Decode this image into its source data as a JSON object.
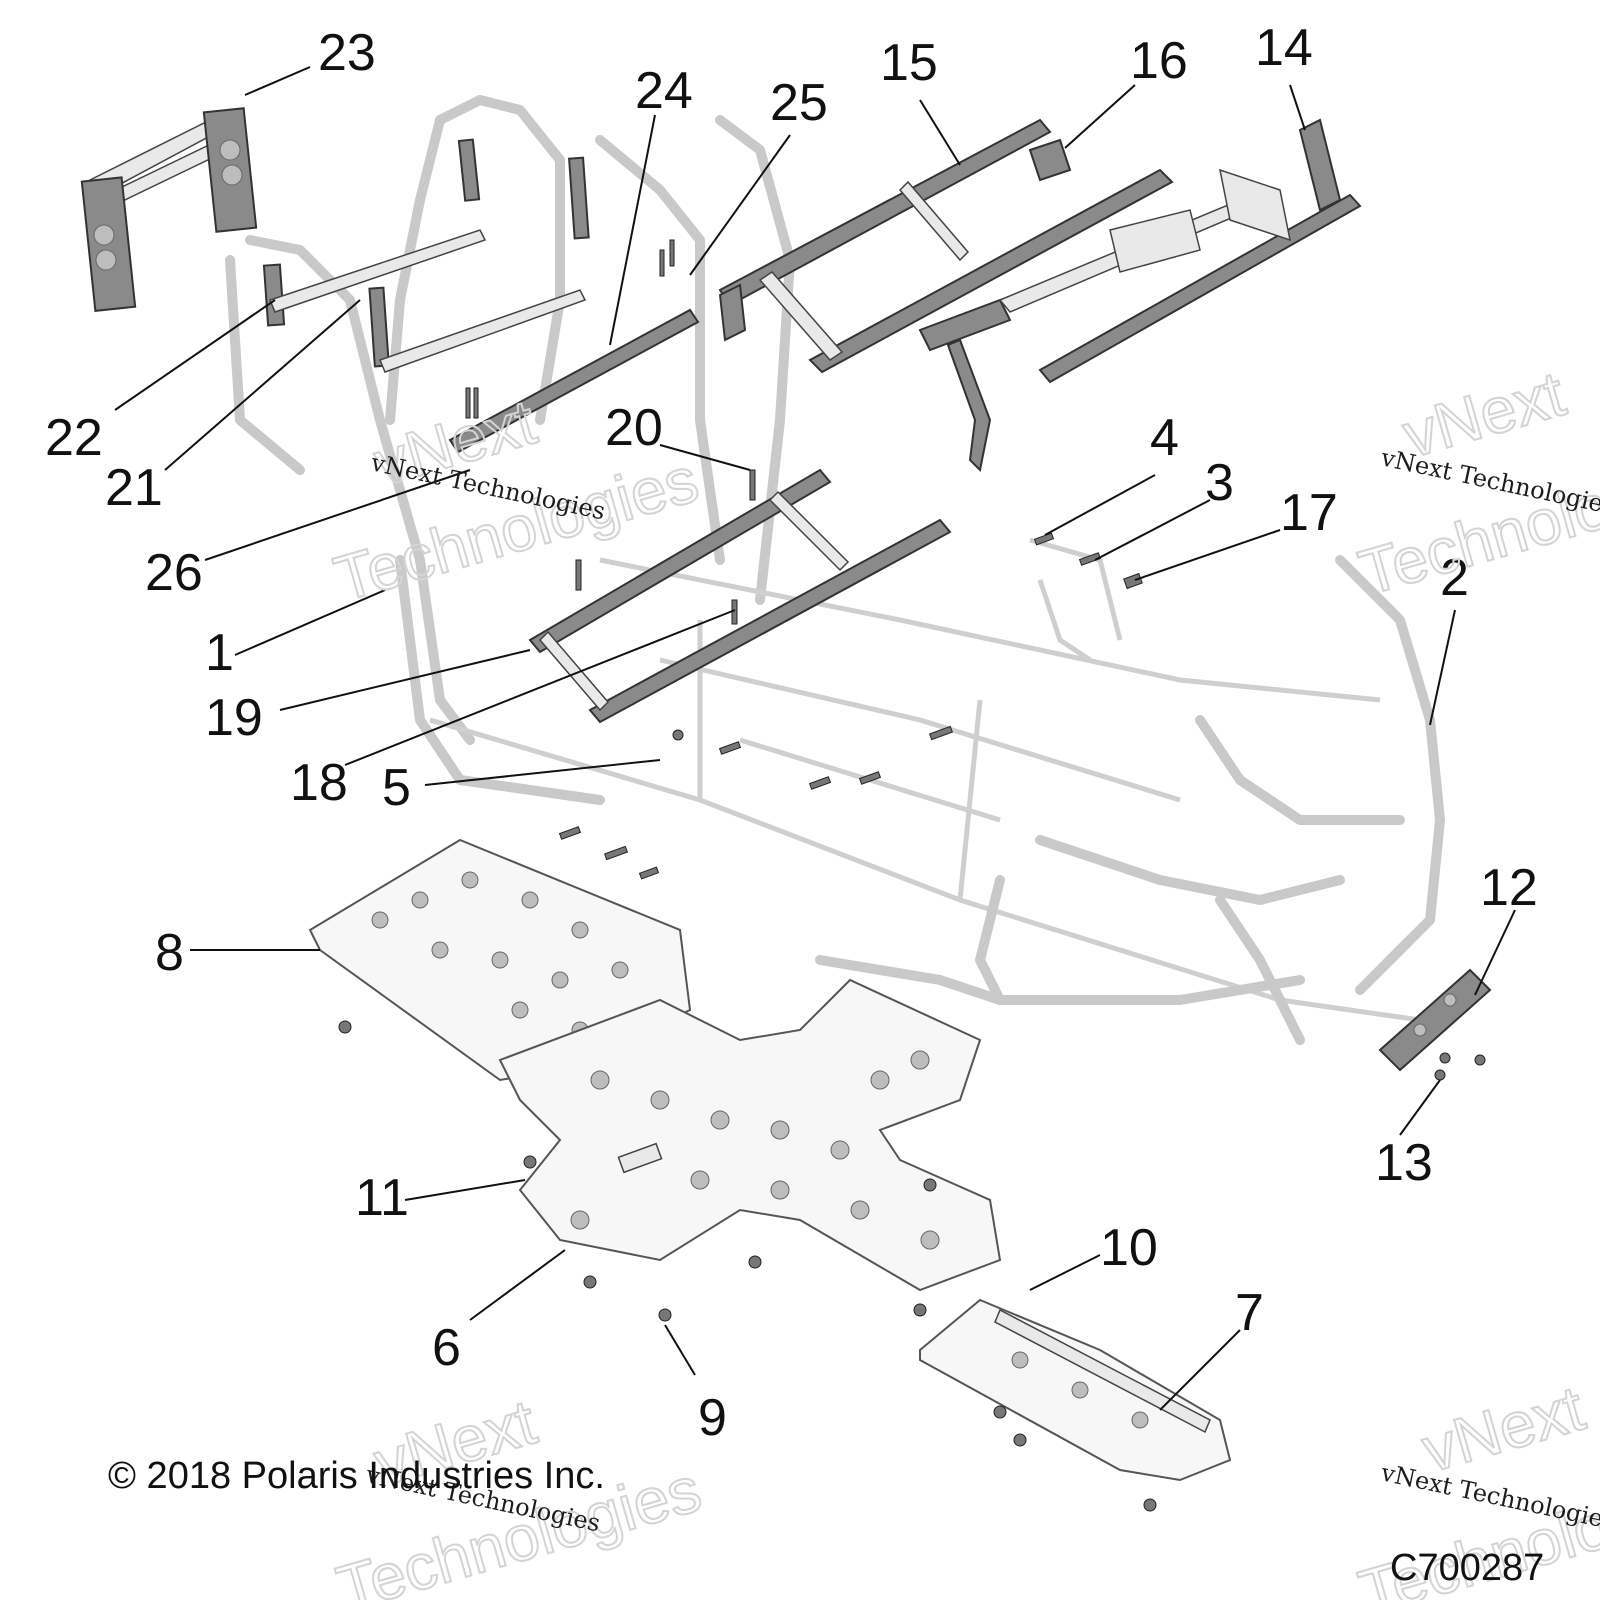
{
  "callouts": [
    "1",
    "2",
    "3",
    "4",
    "5",
    "6",
    "7",
    "8",
    "9",
    "10",
    "11",
    "12",
    "13",
    "14",
    "15",
    "16",
    "17",
    "18",
    "19",
    "20",
    "21",
    "22",
    "23",
    "24",
    "25",
    "26"
  ],
  "copyright": "© 2018 Polaris Industries Inc.",
  "figure_code": "C700287",
  "watermark": {
    "line1": "vNext",
    "line2": "Technologies",
    "small": "vNext Technologies"
  }
}
